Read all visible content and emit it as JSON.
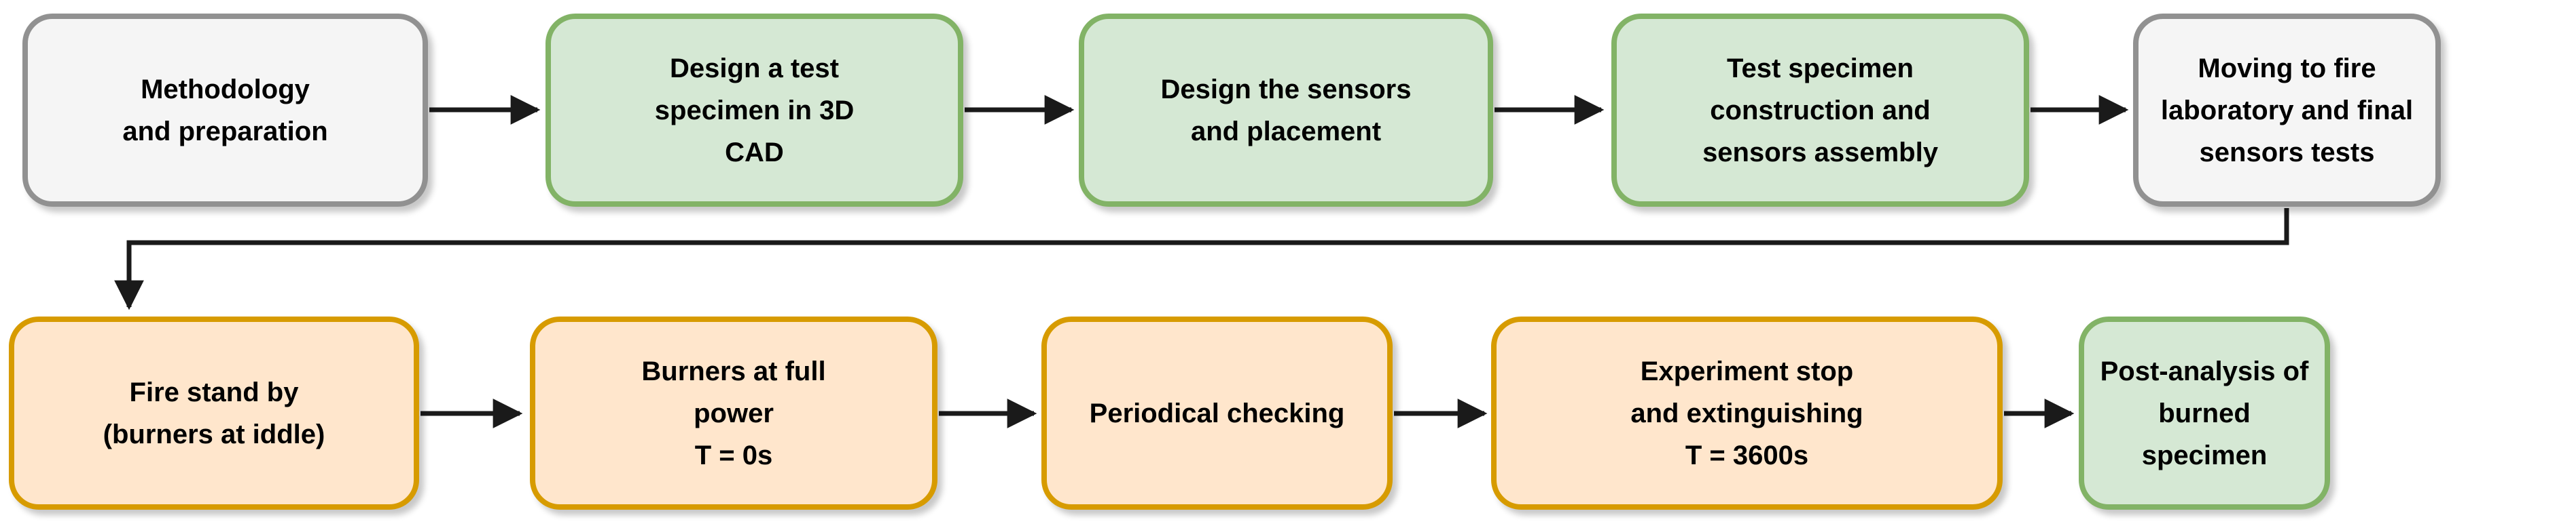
{
  "flow": {
    "steps": [
      {
        "id": "methodology-and-preparation",
        "label": "Methodology\nand preparation",
        "phase": "neutral"
      },
      {
        "id": "design-test-specimen-3d-cad",
        "label": "Design a test\nspecimen in 3D\nCAD",
        "phase": "design"
      },
      {
        "id": "design-sensors-and-placement",
        "label": "Design the sensors\nand placement",
        "phase": "design"
      },
      {
        "id": "test-specimen-construction-sensors-assembly",
        "label": "Test specimen\nconstruction and\nsensors assembly",
        "phase": "design"
      },
      {
        "id": "moving-to-fire-laboratory-final-tests",
        "label": "Moving to fire\nlaboratory and final\nsensors tests",
        "phase": "neutral"
      },
      {
        "id": "fire-stand-by",
        "label": "Fire stand by\n(burners at iddle)",
        "phase": "experiment"
      },
      {
        "id": "burners-at-full-power",
        "label": "Burners at full\npower\nT = 0s",
        "phase": "experiment"
      },
      {
        "id": "periodical-checking",
        "label": "Periodical checking",
        "phase": "experiment"
      },
      {
        "id": "experiment-stop-and-extinguishing",
        "label": "Experiment stop\nand extinguishing\nT = 3600s",
        "phase": "experiment"
      },
      {
        "id": "post-analysis-of-burned-specimen",
        "label": "Post-analysis of\nburned specimen",
        "phase": "design"
      }
    ],
    "connections": [
      {
        "from": "methodology-and-preparation",
        "to": "design-test-specimen-3d-cad",
        "shape": "straight"
      },
      {
        "from": "design-test-specimen-3d-cad",
        "to": "design-sensors-and-placement",
        "shape": "straight"
      },
      {
        "from": "design-sensors-and-placement",
        "to": "test-specimen-construction-sensors-assembly",
        "shape": "straight"
      },
      {
        "from": "test-specimen-construction-sensors-assembly",
        "to": "moving-to-fire-laboratory-final-tests",
        "shape": "straight"
      },
      {
        "from": "moving-to-fire-laboratory-final-tests",
        "to": "fire-stand-by",
        "shape": "elbow"
      },
      {
        "from": "fire-stand-by",
        "to": "burners-at-full-power",
        "shape": "straight"
      },
      {
        "from": "burners-at-full-power",
        "to": "periodical-checking",
        "shape": "straight"
      },
      {
        "from": "periodical-checking",
        "to": "experiment-stop-and-extinguishing",
        "shape": "straight"
      },
      {
        "from": "experiment-stop-and-extinguishing",
        "to": "post-analysis-of-burned-specimen",
        "shape": "straight"
      }
    ]
  },
  "colors": {
    "neutral_fill": "#f5f5f5",
    "neutral_stroke": "#919191",
    "design_fill": "#d5e8d4",
    "design_stroke": "#82b366",
    "experiment_fill": "#ffe6cc",
    "experiment_stroke": "#d79b00",
    "connector": "#1a1a1a",
    "text": "#000000",
    "background": "#ffffff"
  }
}
